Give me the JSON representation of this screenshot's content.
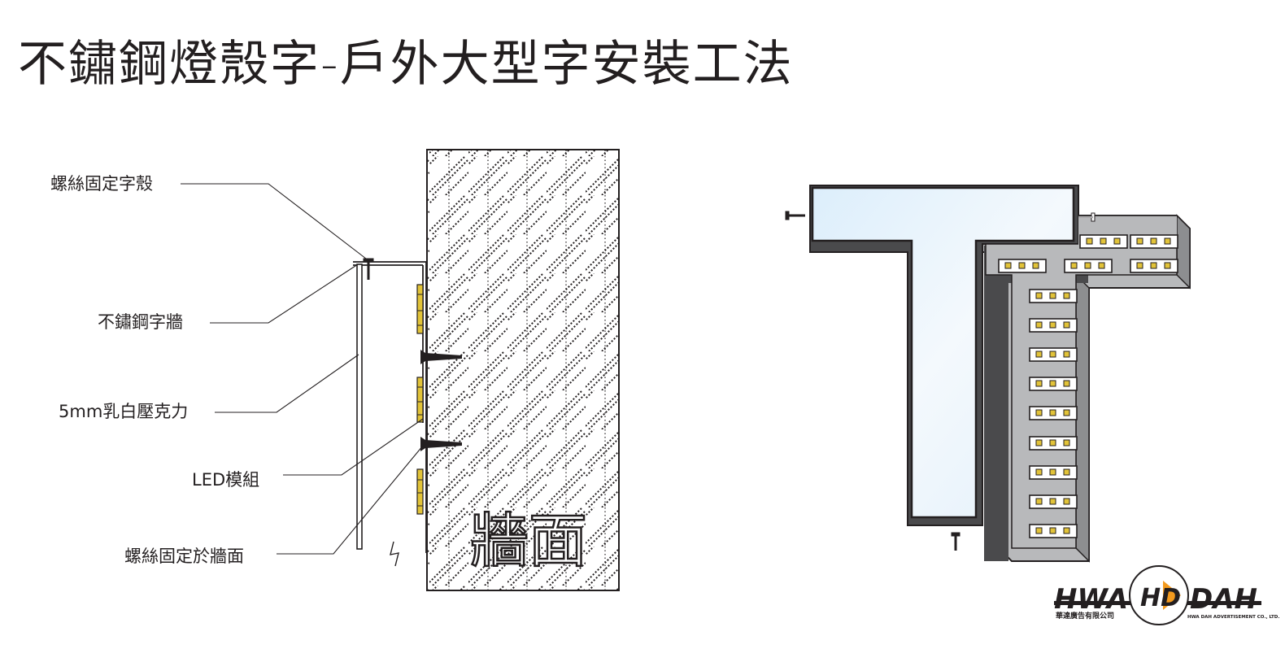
{
  "title": "不鏽鋼燈殼字-戶外大型字安裝工法",
  "callouts": [
    {
      "id": "screw-shell",
      "text": "螺絲固定字殼"
    },
    {
      "id": "steel-wall",
      "text": "不鏽鋼字牆"
    },
    {
      "id": "acrylic",
      "text": "5mm乳白壓克力"
    },
    {
      "id": "led-module",
      "text": "LED模組"
    },
    {
      "id": "screw-wall",
      "text": "螺絲固定於牆面"
    }
  ],
  "wall": {
    "label": "牆面"
  },
  "logo": {
    "left_text": "HWA",
    "center_text": "HD",
    "right_text": "DAH",
    "sub_left": "華達廣告有限公司",
    "sub_right": "HWA DAH ADVERTISEMENT CO., LTD."
  },
  "colors": {
    "ink": "#231f20",
    "acrylic_face": "#e4f1fb",
    "steel_side": "#b8b9bb",
    "led_chip": "#e2c338",
    "logo_orange": "#f39a1e"
  }
}
